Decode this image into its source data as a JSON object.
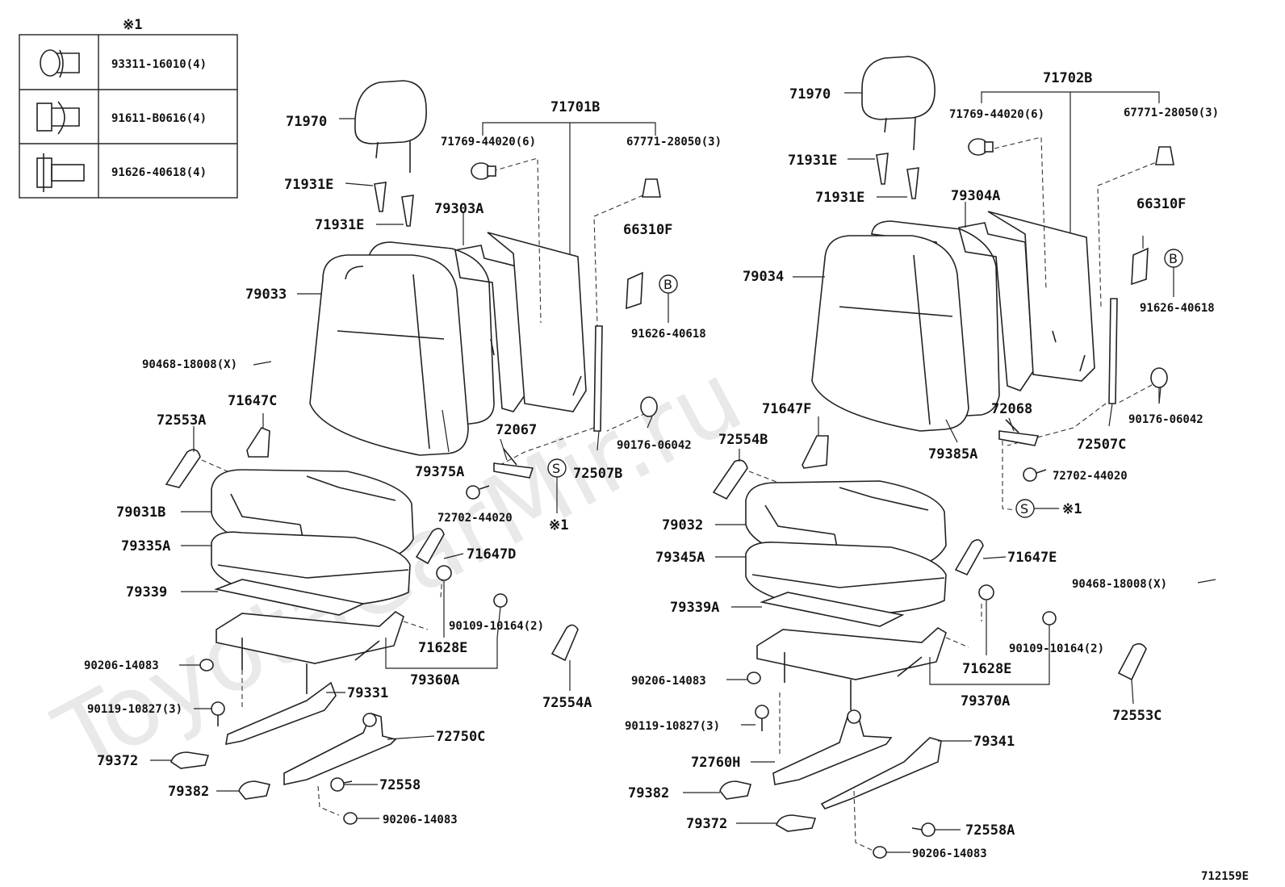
{
  "watermark": "ToyotaCarMir.ru",
  "diagram_code": "712159E",
  "legend": {
    "note_mark": "※1",
    "rows": [
      {
        "part": "93311-16010(4)",
        "icon": "clip-icon"
      },
      {
        "part": "91611-B0616(4)",
        "icon": "stud-clip-icon"
      },
      {
        "part": "91626-40618(4)",
        "icon": "bolt-icon"
      }
    ]
  },
  "circle_refs": {
    "b_left": "B",
    "b_right": "B",
    "s_left": "S",
    "s_right": "S",
    "s_right_note": "※1",
    "s_left_note": "※1"
  },
  "labels": {
    "l_71970": "71970",
    "l_71931E_a": "71931E",
    "l_71931E_b": "71931E",
    "l_71701B": "71701B",
    "l_71769_L": "71769-44020(6)",
    "l_67771_L": "67771-28050(3)",
    "l_79303A": "79303A",
    "l_66310F_L": "66310F",
    "l_91626_L": "91626-40618",
    "l_79033": "79033",
    "l_90468_L": "90468-18008(X)",
    "l_71647C": "71647C",
    "l_72553A": "72553A",
    "l_72067": "72067",
    "l_90176_L": "90176-06042",
    "l_79375A": "79375A",
    "l_72507B": "72507B",
    "l_79031B": "79031B",
    "l_72702_L": "72702-44020",
    "l_79335A": "79335A",
    "l_71647D": "71647D",
    "l_79339": "79339",
    "l_90109_L": "90109-10164(2)",
    "l_71628E_L": "71628E",
    "l_90206_L1": "90206-14083",
    "l_79360A": "79360A",
    "l_72554A": "72554A",
    "l_79331": "79331",
    "l_90119_L": "90119-10827(3)",
    "l_72750C": "72750C",
    "l_79372_L": "79372",
    "l_72558": "72558",
    "l_79382_L": "79382",
    "l_90206_L2": "90206-14083",
    "r_71970": "71970",
    "r_71931E_a": "71931E",
    "r_71931E_b": "71931E",
    "r_71702B": "71702B",
    "r_71769": "71769-44020(6)",
    "r_67771": "67771-28050(3)",
    "r_79304A": "79304A",
    "r_66310F": "66310F",
    "r_91626": "91626-40618",
    "r_79034": "79034",
    "r_71647F": "71647F",
    "r_72068": "72068",
    "r_72554B": "72554B",
    "r_79385A": "79385A",
    "r_90176": "90176-06042",
    "r_72507C": "72507C",
    "r_72702": "72702-44020",
    "r_79032": "79032",
    "r_79345A": "79345A",
    "r_71647E": "71647E",
    "r_90468": "90468-18008(X)",
    "r_79339A": "79339A",
    "r_90109": "90109-10164(2)",
    "r_71628E": "71628E",
    "r_90206_a": "90206-14083",
    "r_79370A": "79370A",
    "r_72553C": "72553C",
    "r_90119": "90119-10827(3)",
    "r_79341": "79341",
    "r_72760H": "72760H",
    "r_79382": "79382",
    "r_79372": "79372",
    "r_72558A": "72558A",
    "r_90206_b": "90206-14083"
  }
}
